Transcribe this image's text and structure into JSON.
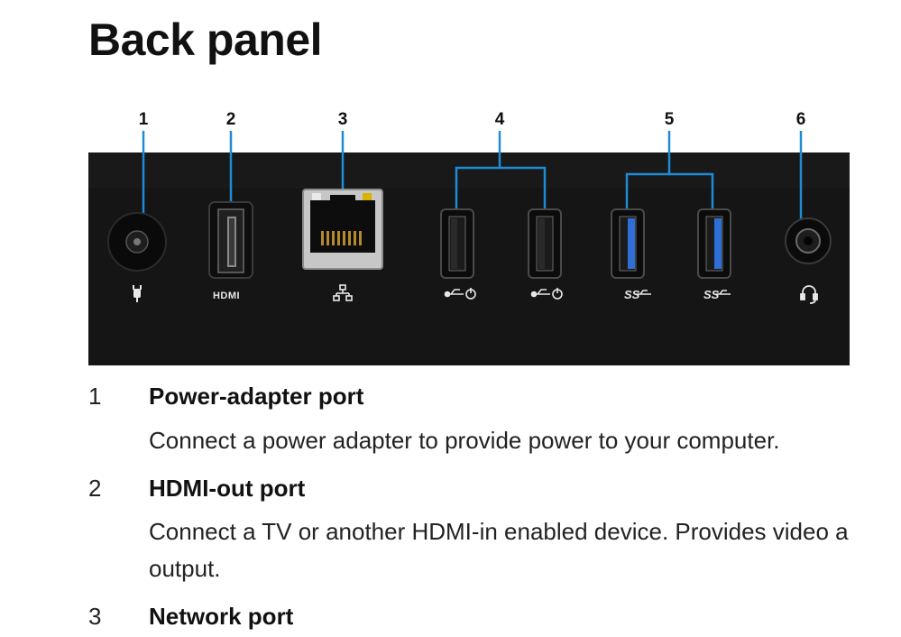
{
  "page": {
    "title": "Back panel"
  },
  "figure": {
    "callouts": [
      "1",
      "2",
      "3",
      "4",
      "5",
      "6"
    ],
    "port_icons": [
      {
        "name": "power-plug-icon",
        "port": "1"
      },
      {
        "name": "hdmi-logo-icon",
        "port": "2",
        "text": "HDMI"
      },
      {
        "name": "network-icon",
        "port": "3"
      },
      {
        "name": "usb-powershare-icon",
        "port": "4"
      },
      {
        "name": "usb-powershare-icon",
        "port": "4"
      },
      {
        "name": "usb-superspeed-icon",
        "port": "5",
        "text": "SS"
      },
      {
        "name": "usb-superspeed-icon",
        "port": "5",
        "text": "SS"
      },
      {
        "name": "headset-icon",
        "port": "6"
      }
    ],
    "colors": {
      "panel": "#151515",
      "callout_line": "#1f8bd6",
      "usb3_blue": "#2d6fd6"
    }
  },
  "items": [
    {
      "number": "1",
      "heading": "Power-adapter port",
      "description_lines": [
        "Connect a power adapter to provide power to your computer."
      ]
    },
    {
      "number": "2",
      "heading": "HDMI-out port",
      "description_lines": [
        "Connect a TV or another HDMI-in enabled device. Provides video a",
        "output."
      ]
    },
    {
      "number": "3",
      "heading": "Network port",
      "description_lines": []
    }
  ]
}
